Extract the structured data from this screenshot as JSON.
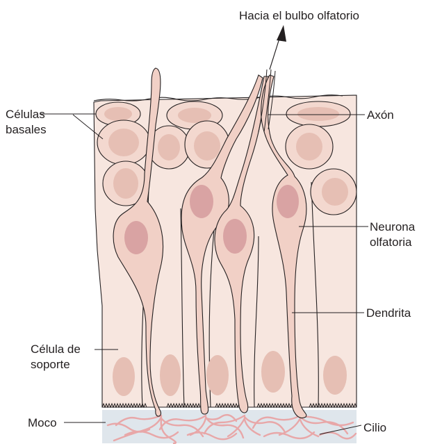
{
  "title": "",
  "labels": {
    "top": "Hacia el bulbo olfatorio",
    "basal_line1": "Células",
    "basal_line2": "basales",
    "axon": "Axón",
    "neuron_line1": "Neurona",
    "neuron_line2": "olfatoria",
    "dendrite": "Dendrita",
    "support_line1": "Célula de",
    "support_line2": "soporte",
    "mucus": "Moco",
    "cilium": "Cilio"
  },
  "colors": {
    "tissue": "#f7e6df",
    "cell_fill": "#f3d8cf",
    "nucleus": "#e6bfb4",
    "neuron_fill": "#f1d0c6",
    "neuron_nucleus": "#d9a3a3",
    "mucus": "#dfe6ec",
    "cilia": "#e8a7a8",
    "outline": "#231f20"
  }
}
